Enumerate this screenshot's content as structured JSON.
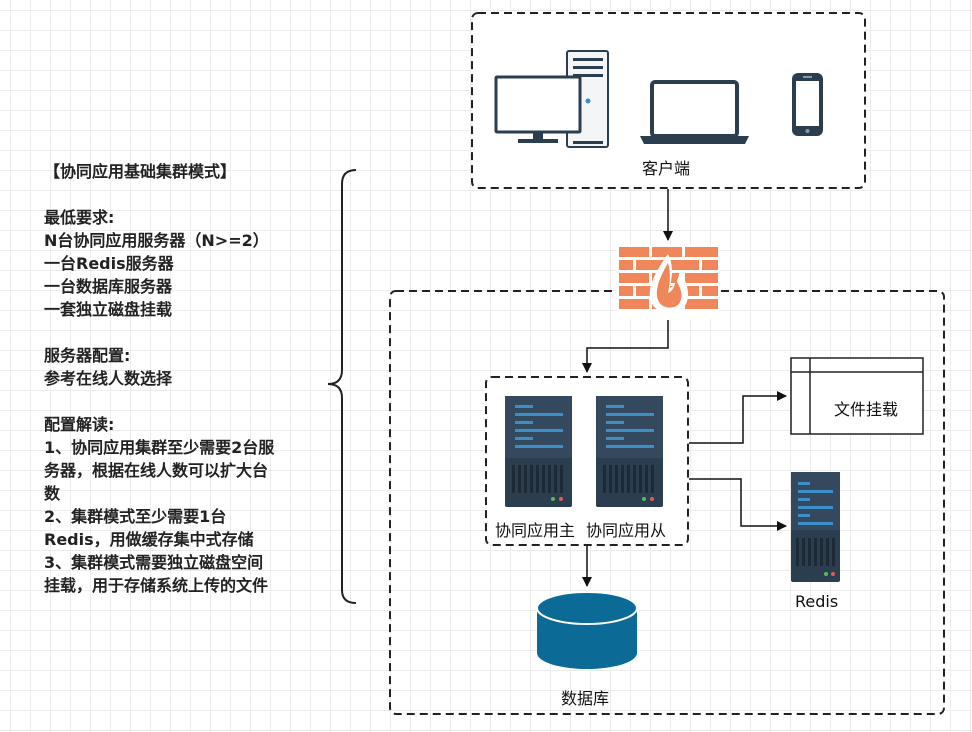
{
  "notes": {
    "title": "【协同应用基础集群模式】",
    "min_req_heading": "最低要求:",
    "min_req_items": [
      "N台协同应用服务器（N>=2）",
      "一台Redis服务器",
      "一台数据库服务器",
      "一套独立磁盘挂载"
    ],
    "config_heading": "服务器配置:",
    "config_text": "参考在线人数选择",
    "interpret_heading": "配置解读:",
    "interpret_lines": [
      "1、协同应用集群至少需要2台服",
      "务器，根据在线人数可以扩大台",
      "数",
      "2、集群模式至少需要1台",
      "Redis，用做缓存集中式存储",
      "3、集群模式需要独立磁盘空间",
      "挂载，用于存储系统上传的文件"
    ]
  },
  "labels": {
    "client": "客户端",
    "app_master": "协同应用主",
    "app_slave": "协同应用从",
    "file_mount": "文件挂载",
    "redis": "Redis",
    "database": "数据库"
  },
  "colors": {
    "server_body": "#2b3e50",
    "server_slot": "#3a8fc9",
    "firewall_brick": "#f0875a",
    "database": "#0b6a96",
    "monitor": "#2b3e50"
  },
  "icons": [
    "desktop-computer-icon",
    "laptop-icon",
    "phone-icon",
    "firewall-icon",
    "server-icon",
    "database-icon",
    "storage-icon"
  ]
}
